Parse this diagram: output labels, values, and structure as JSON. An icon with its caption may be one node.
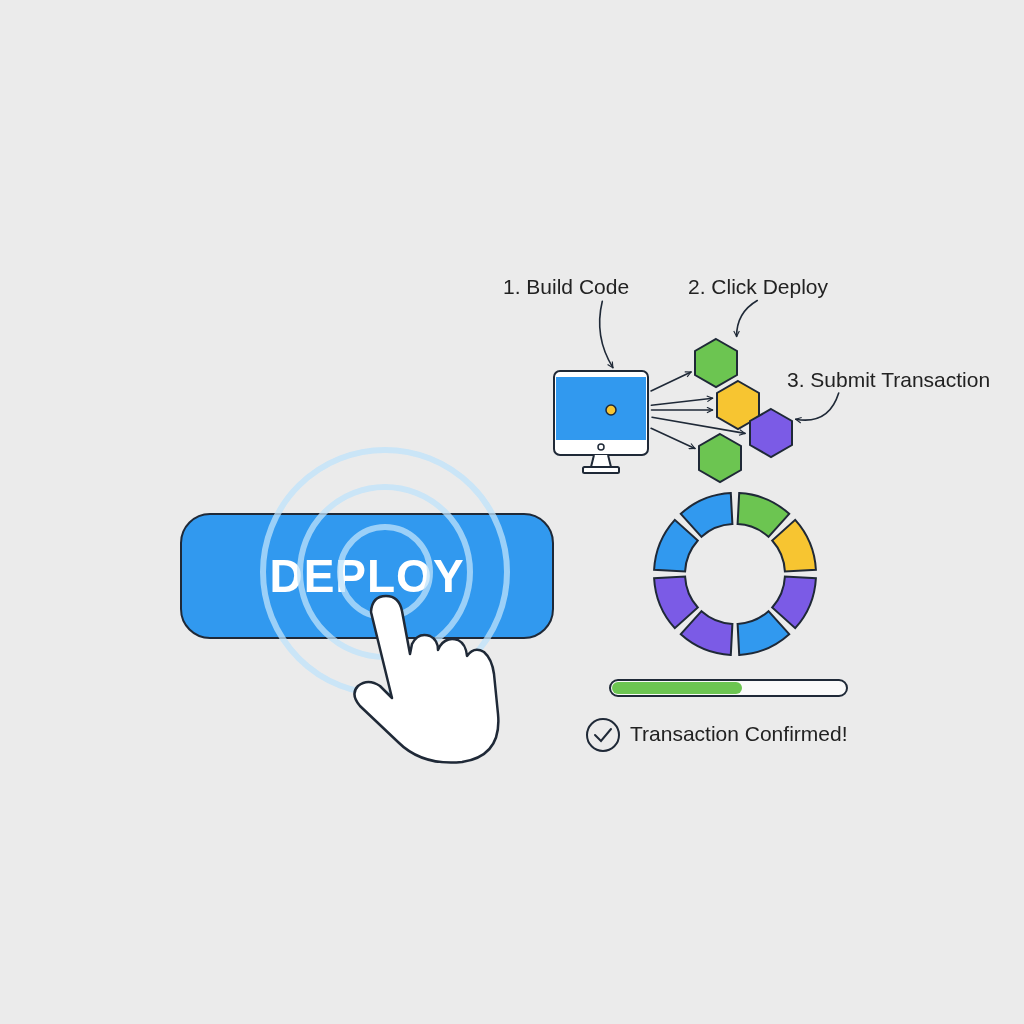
{
  "diagram": {
    "nodes": [
      {
        "text": [
          "1. Build Code"
        ]
      },
      {
        "text": [
          "2. Click Deploy"
        ]
      },
      {
        "text": [
          "3. Submit Transaction"
        ]
      },
      {
        "text": [],
        "shape": "picture"
      },
      {
        "text": [],
        "shape": "hexagon"
      },
      {
        "text": [],
        "shape": "hexagon"
      },
      {
        "text": [],
        "shape": "hexagon"
      },
      {
        "text": [],
        "shape": "hexagon"
      },
      {
        "text": [
          "DEPLOY"
        ]
      }
    ],
    "edges": [
      {
        "from": 0,
        "to": 3,
        "arrow": "to"
      },
      {
        "from": 1,
        "to": 4,
        "arrow": "to"
      },
      {
        "from": 2,
        "to": 6,
        "arrow": "to"
      },
      {
        "from": 3,
        "to": 4,
        "arrow": "to"
      },
      {
        "from": 3,
        "to": 5,
        "arrow": "to"
      },
      {
        "from": 3,
        "to": 5,
        "arrow": "to"
      },
      {
        "from": 3,
        "to": 6,
        "arrow": "to"
      },
      {
        "from": 3,
        "to": 7,
        "arrow": "to"
      }
    ],
    "labels": [
      "Transaction Confirmed!"
    ]
  }
}
